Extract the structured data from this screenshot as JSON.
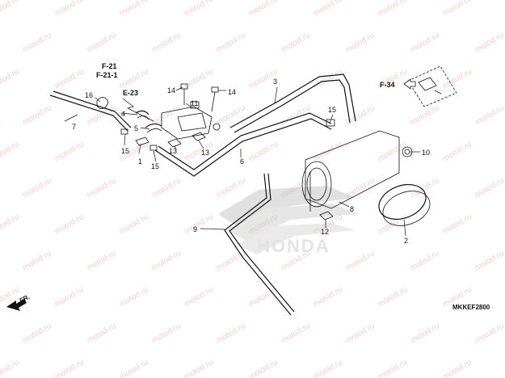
{
  "watermark": {
    "text": "motod.ru",
    "color": "#e9a7a7"
  },
  "brand_logo": {
    "text": "HONDA"
  },
  "diagram_code": "MKKEF2800",
  "front_marker": {
    "text": "FR.",
    "icon": "front-arrow-icon"
  },
  "refs": {
    "f21": "F-21",
    "f211": "F-21-1",
    "e23": "E-23",
    "f34": "F-34"
  },
  "parts": {
    "p1": "1",
    "p2": "2",
    "p3": "3",
    "p4": "4",
    "p5": "5",
    "p6": "6",
    "p7": "7",
    "p8": "8",
    "p9": "9",
    "p10": "10",
    "p11": "11",
    "p12": "12",
    "p13a": "13",
    "p13b": "13",
    "p14a": "14",
    "p14b": "14",
    "p15a": "15",
    "p15b": "15",
    "p15c": "15",
    "p16": "16"
  }
}
